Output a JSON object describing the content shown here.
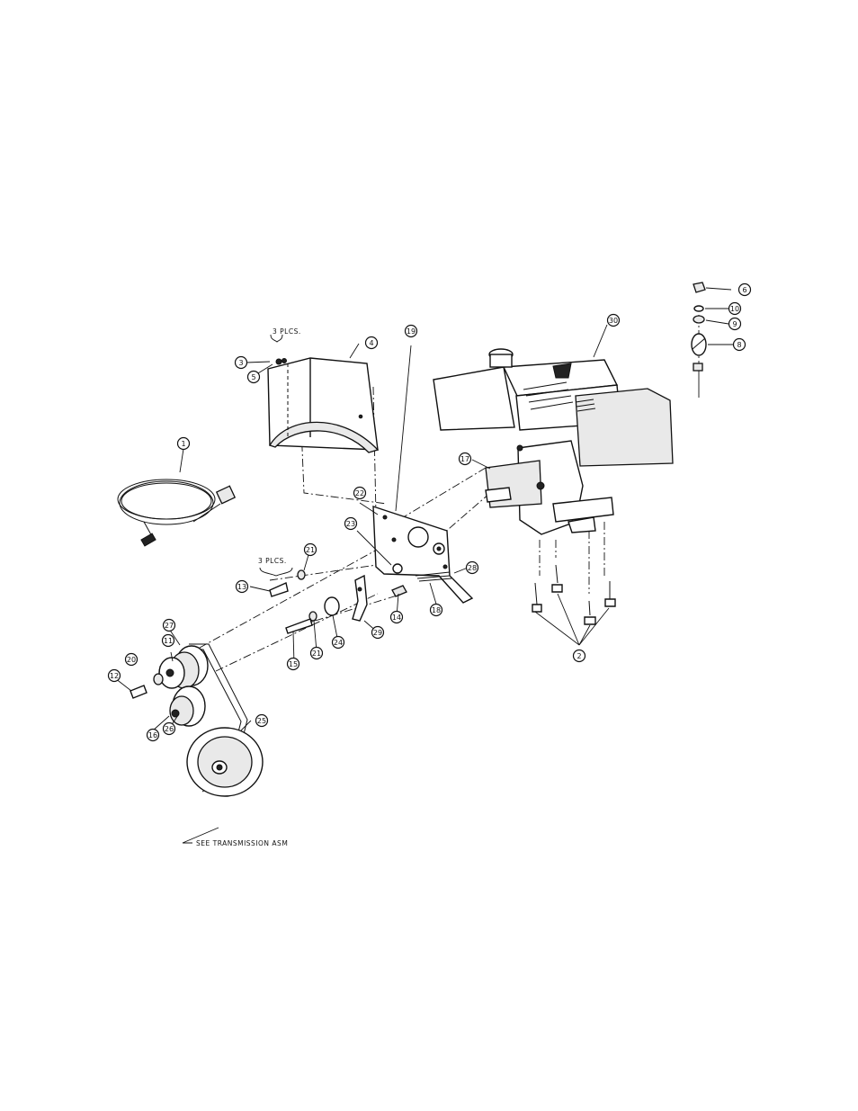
{
  "diagram": {
    "callouts": [
      "1",
      "2",
      "3",
      "4",
      "5",
      "6",
      "8",
      "9",
      "10",
      "11",
      "12",
      "13",
      "14",
      "15",
      "16",
      "17",
      "18",
      "19",
      "20",
      "21",
      "21",
      "22",
      "23",
      "24",
      "25",
      "26",
      "27",
      "28",
      "29",
      "30"
    ],
    "notes": {
      "three_places_a": "3 PLCS.",
      "three_places_b": "3 PLCS.",
      "see_transmission": "SEE TRANSMISSION ASM"
    }
  }
}
